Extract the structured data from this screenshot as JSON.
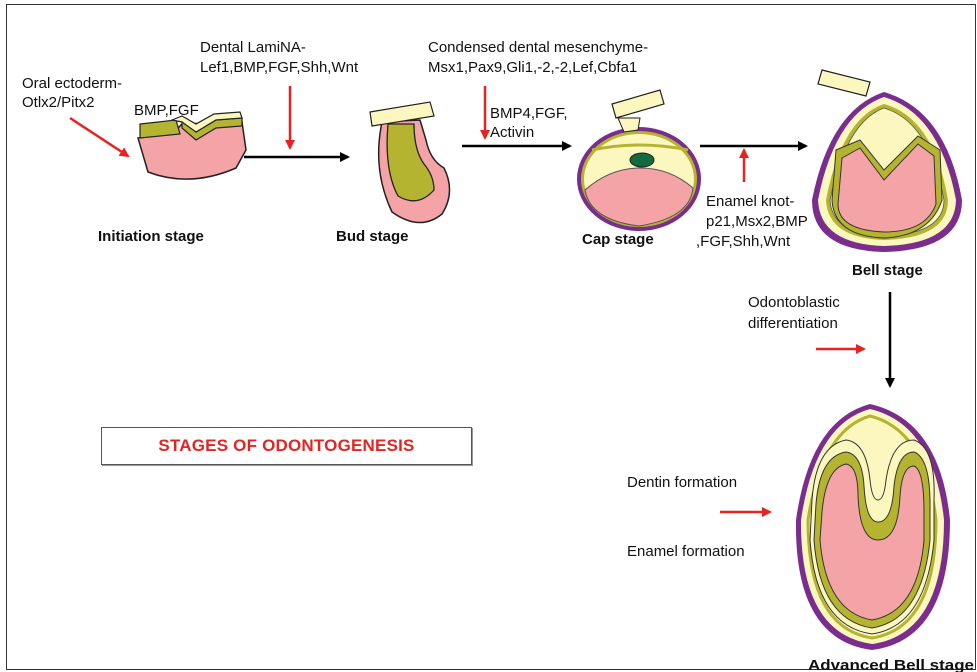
{
  "title": "STAGES OF ODONTOGENESIS",
  "stages": {
    "initiation": "Initiation stage",
    "bud": "Bud stage",
    "cap": "Cap stage",
    "bell": "Bell stage",
    "advanced_bell": "Advanced Bell stage"
  },
  "signals": {
    "oral_ectoderm_line1": "Oral ectoderm-",
    "oral_ectoderm_line2": "Otlx2/Pitx2",
    "bmp_fgf": "BMP,FGF",
    "dental_lamina_line1": "Dental LamiNA-",
    "dental_lamina_line2": "Lef1,BMP,FGF,Shh,Wnt",
    "condensed_line1": "Condensed dental mesenchyme-",
    "condensed_line2": "Msx1,Pax9,Gli1,-2,-2,Lef,Cbfa1",
    "bmp4_line1": "BMP4,FGF,",
    "bmp4_line2": "Activin",
    "enamel_knot_line1": "Enamel knot-",
    "enamel_knot_line2": "p21,Msx2,BMP",
    "enamel_knot_line3": ",FGF,Shh,Wnt",
    "odonto_line1": "Odontoblastic",
    "odonto_line2": "differentiation",
    "dentin": "Dentin formation",
    "enamel": "Enamel formation"
  },
  "colors": {
    "arrow_red": "#e52421",
    "flow_arrow": "#000000",
    "mesenchyme_pink": "#f4a3a6",
    "epithelium_yellow": "#fbf7bf",
    "olive": "#b5b431",
    "purple_outline": "#7b2d8e",
    "enamel_knot": "#136a3c",
    "title_red": "#e52421"
  }
}
